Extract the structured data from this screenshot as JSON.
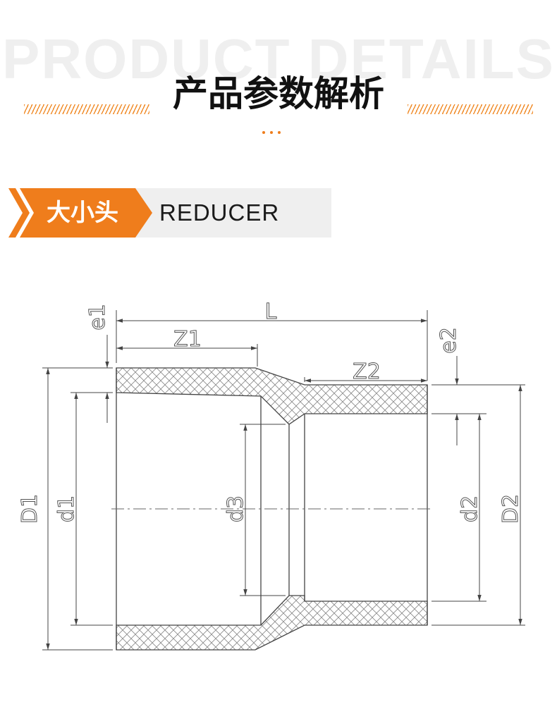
{
  "header": {
    "bg_title": "PRODUCT DETAILS",
    "title": "产品参数解析"
  },
  "product": {
    "name_cn": "大小头",
    "name_en": "REDUCER"
  },
  "diagram": {
    "labels": {
      "L": "L",
      "Z1": "Z1",
      "Z2": "Z2",
      "e1": "e1",
      "e2": "e2",
      "D1": "D1",
      "d1": "d1",
      "d3": "d3",
      "d2": "d2",
      "D2": "D2"
    }
  },
  "colors": {
    "accent": "#ef7d1c",
    "banner_bg": "#efefef",
    "line": "#444444"
  }
}
